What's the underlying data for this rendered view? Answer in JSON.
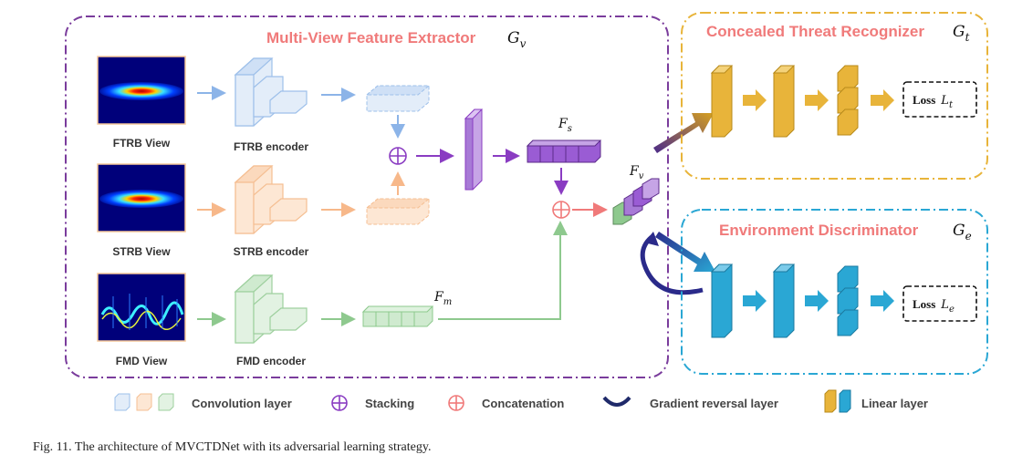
{
  "extractor": {
    "title": "Multi-View Feature Extractor",
    "symbol": "G",
    "sub": "v"
  },
  "recognizer": {
    "title": "Concealed Threat Recognizer",
    "symbol": "G",
    "sub": "t",
    "loss_word": "Loss",
    "loss_symbol": "L",
    "loss_sub": "t"
  },
  "discriminator": {
    "title": "Environment Discriminator",
    "symbol": "G",
    "sub": "e",
    "loss_word": "Loss",
    "loss_symbol": "L",
    "loss_sub": "e"
  },
  "views": [
    {
      "view_label": "FTRB View",
      "encoder_label": "FTRB encoder"
    },
    {
      "view_label": "STRB View",
      "encoder_label": "STRB encoder"
    },
    {
      "view_label": "FMD View",
      "encoder_label": "FMD encoder"
    }
  ],
  "features": {
    "fs": {
      "symbol": "F",
      "sub": "s"
    },
    "fv": {
      "symbol": "F",
      "sub": "v"
    },
    "fm": {
      "symbol": "F",
      "sub": "m"
    }
  },
  "legend": {
    "convolution": "Convolution layer",
    "stacking": "Stacking",
    "concatenation": "Concatenation",
    "gradient_reversal": "Gradient reversal layer",
    "linear": "Linear layer"
  },
  "caption": "Fig. 11.  The architecture of MVCTDNet with its adversarial learning strategy.",
  "colors": {
    "purple": "#7a3c9c",
    "orange_title": "#f07a7a",
    "gold": "#e8b43a",
    "cyan": "#2aa7d4",
    "blue_path": "#8cb4e8",
    "orange_path": "#f7b88a",
    "green_path": "#8ec98e"
  },
  "icons": [
    "plus-circle-icon",
    "gradient-reversal-arrow-icon"
  ]
}
